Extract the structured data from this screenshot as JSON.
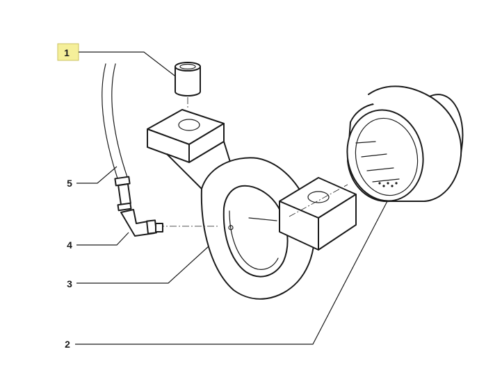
{
  "colors": {
    "highlight": "#f6ef3a",
    "highlight_box": "#f5ef9a",
    "highlight_box_border": "#c9c060",
    "ink": "#1a1a1a"
  },
  "callouts": [
    {
      "id": "1",
      "label": "1",
      "highlighted": true
    },
    {
      "id": "5",
      "label": "5",
      "highlighted": false
    },
    {
      "id": "4",
      "label": "4",
      "highlighted": false
    },
    {
      "id": "3",
      "label": "3",
      "highlighted": false
    },
    {
      "id": "2",
      "label": "2",
      "highlighted": false
    }
  ]
}
